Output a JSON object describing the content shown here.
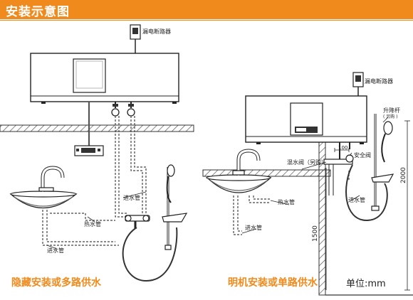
{
  "header": {
    "title": "安装示意图",
    "accent": "#f08a1c"
  },
  "left": {
    "breaker_label": "漏电断路器",
    "hot_pipe_label": "热水管",
    "cold_pipe_label": "进水管",
    "cold_pipe_label_2": "进水管",
    "caption": "隐藏安装或多路供水"
  },
  "right": {
    "breaker_label": "漏电断路器",
    "lift_rod_label": "升降杆",
    "lift_rod_note": "( 另购 )",
    "mixing_valve_label": "混水阀（另购）",
    "safety_valve_label": "安全阀",
    "hot_pipe_label": "热水管",
    "cold_pipe_label": "进水管",
    "cold_pipe_label_2": "进水管",
    "dim_100": "100",
    "dim_1500": "1500",
    "dim_2000": "2000",
    "caption": "明机安装或单路供水",
    "unit_label": "单位:mm"
  }
}
